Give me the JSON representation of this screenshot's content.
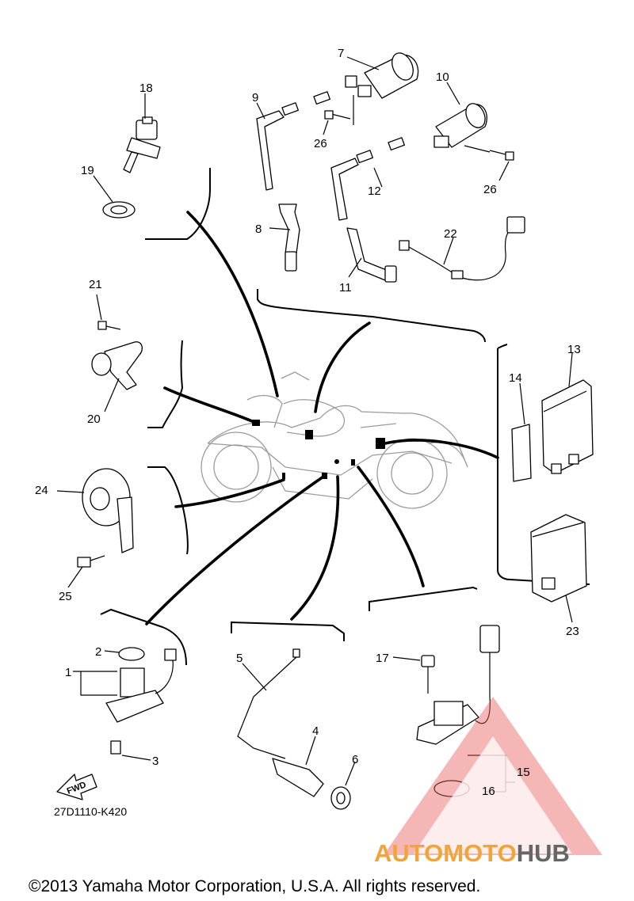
{
  "diagram": {
    "callouts": {
      "c1": "1",
      "c2": "2",
      "c3": "3",
      "c4": "4",
      "c5": "5",
      "c6": "6",
      "c7": "7",
      "c8": "8",
      "c9": "9",
      "c10": "10",
      "c11": "11",
      "c12": "12",
      "c13": "13",
      "c14": "14",
      "c15": "15",
      "c16": "16",
      "c17": "17",
      "c18": "18",
      "c19": "19",
      "c20": "20",
      "c21": "21",
      "c22": "22",
      "c23": "23",
      "c24": "24",
      "c25": "25",
      "c26a": "26",
      "c26b": "26"
    },
    "fwd_label": "FWD",
    "drawing_code": "27D1110-K420",
    "copyright": "©2013 Yamaha Motor Corporation, U.S.A. All rights reserved.",
    "watermark": {
      "part1": "AUTOMOTO",
      "part2": "HUB",
      "color": "#f2a33a",
      "triangle_color": "#e8605a"
    }
  }
}
